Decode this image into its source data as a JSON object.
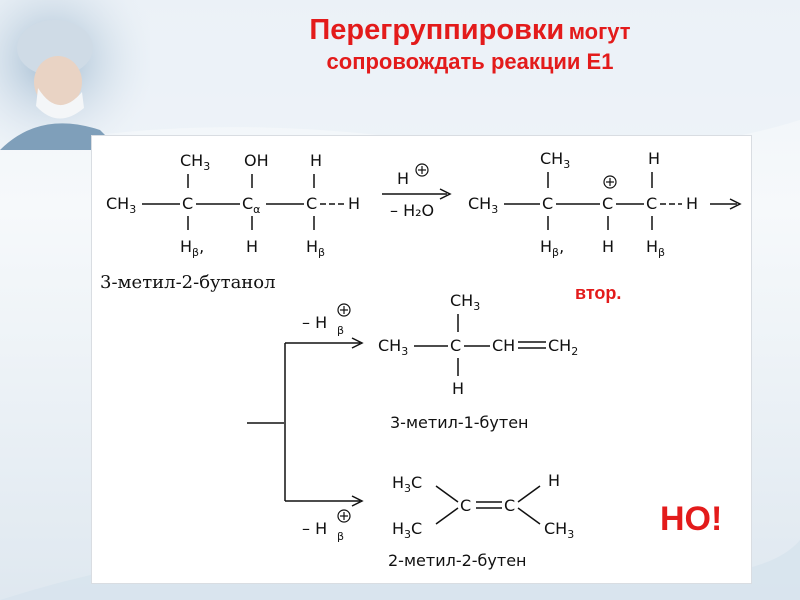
{
  "title": {
    "part1": "Перегруппировки",
    "part2": "могут",
    "line2": "сопровождать  реакции  Е1"
  },
  "labels": {
    "secondary": "втор.",
    "but": "НО!"
  },
  "scheme": {
    "reactant_name": "3-метил-2-бутанол",
    "product1_name": "3-метил-1-бутен",
    "product2_name": "2-метил-2-бутен",
    "reagent_top": "H",
    "reagent_bottom": "– H₂O",
    "elim_label": "– H",
    "elim_sub": "β"
  },
  "colors": {
    "accent": "#e31b1b"
  }
}
